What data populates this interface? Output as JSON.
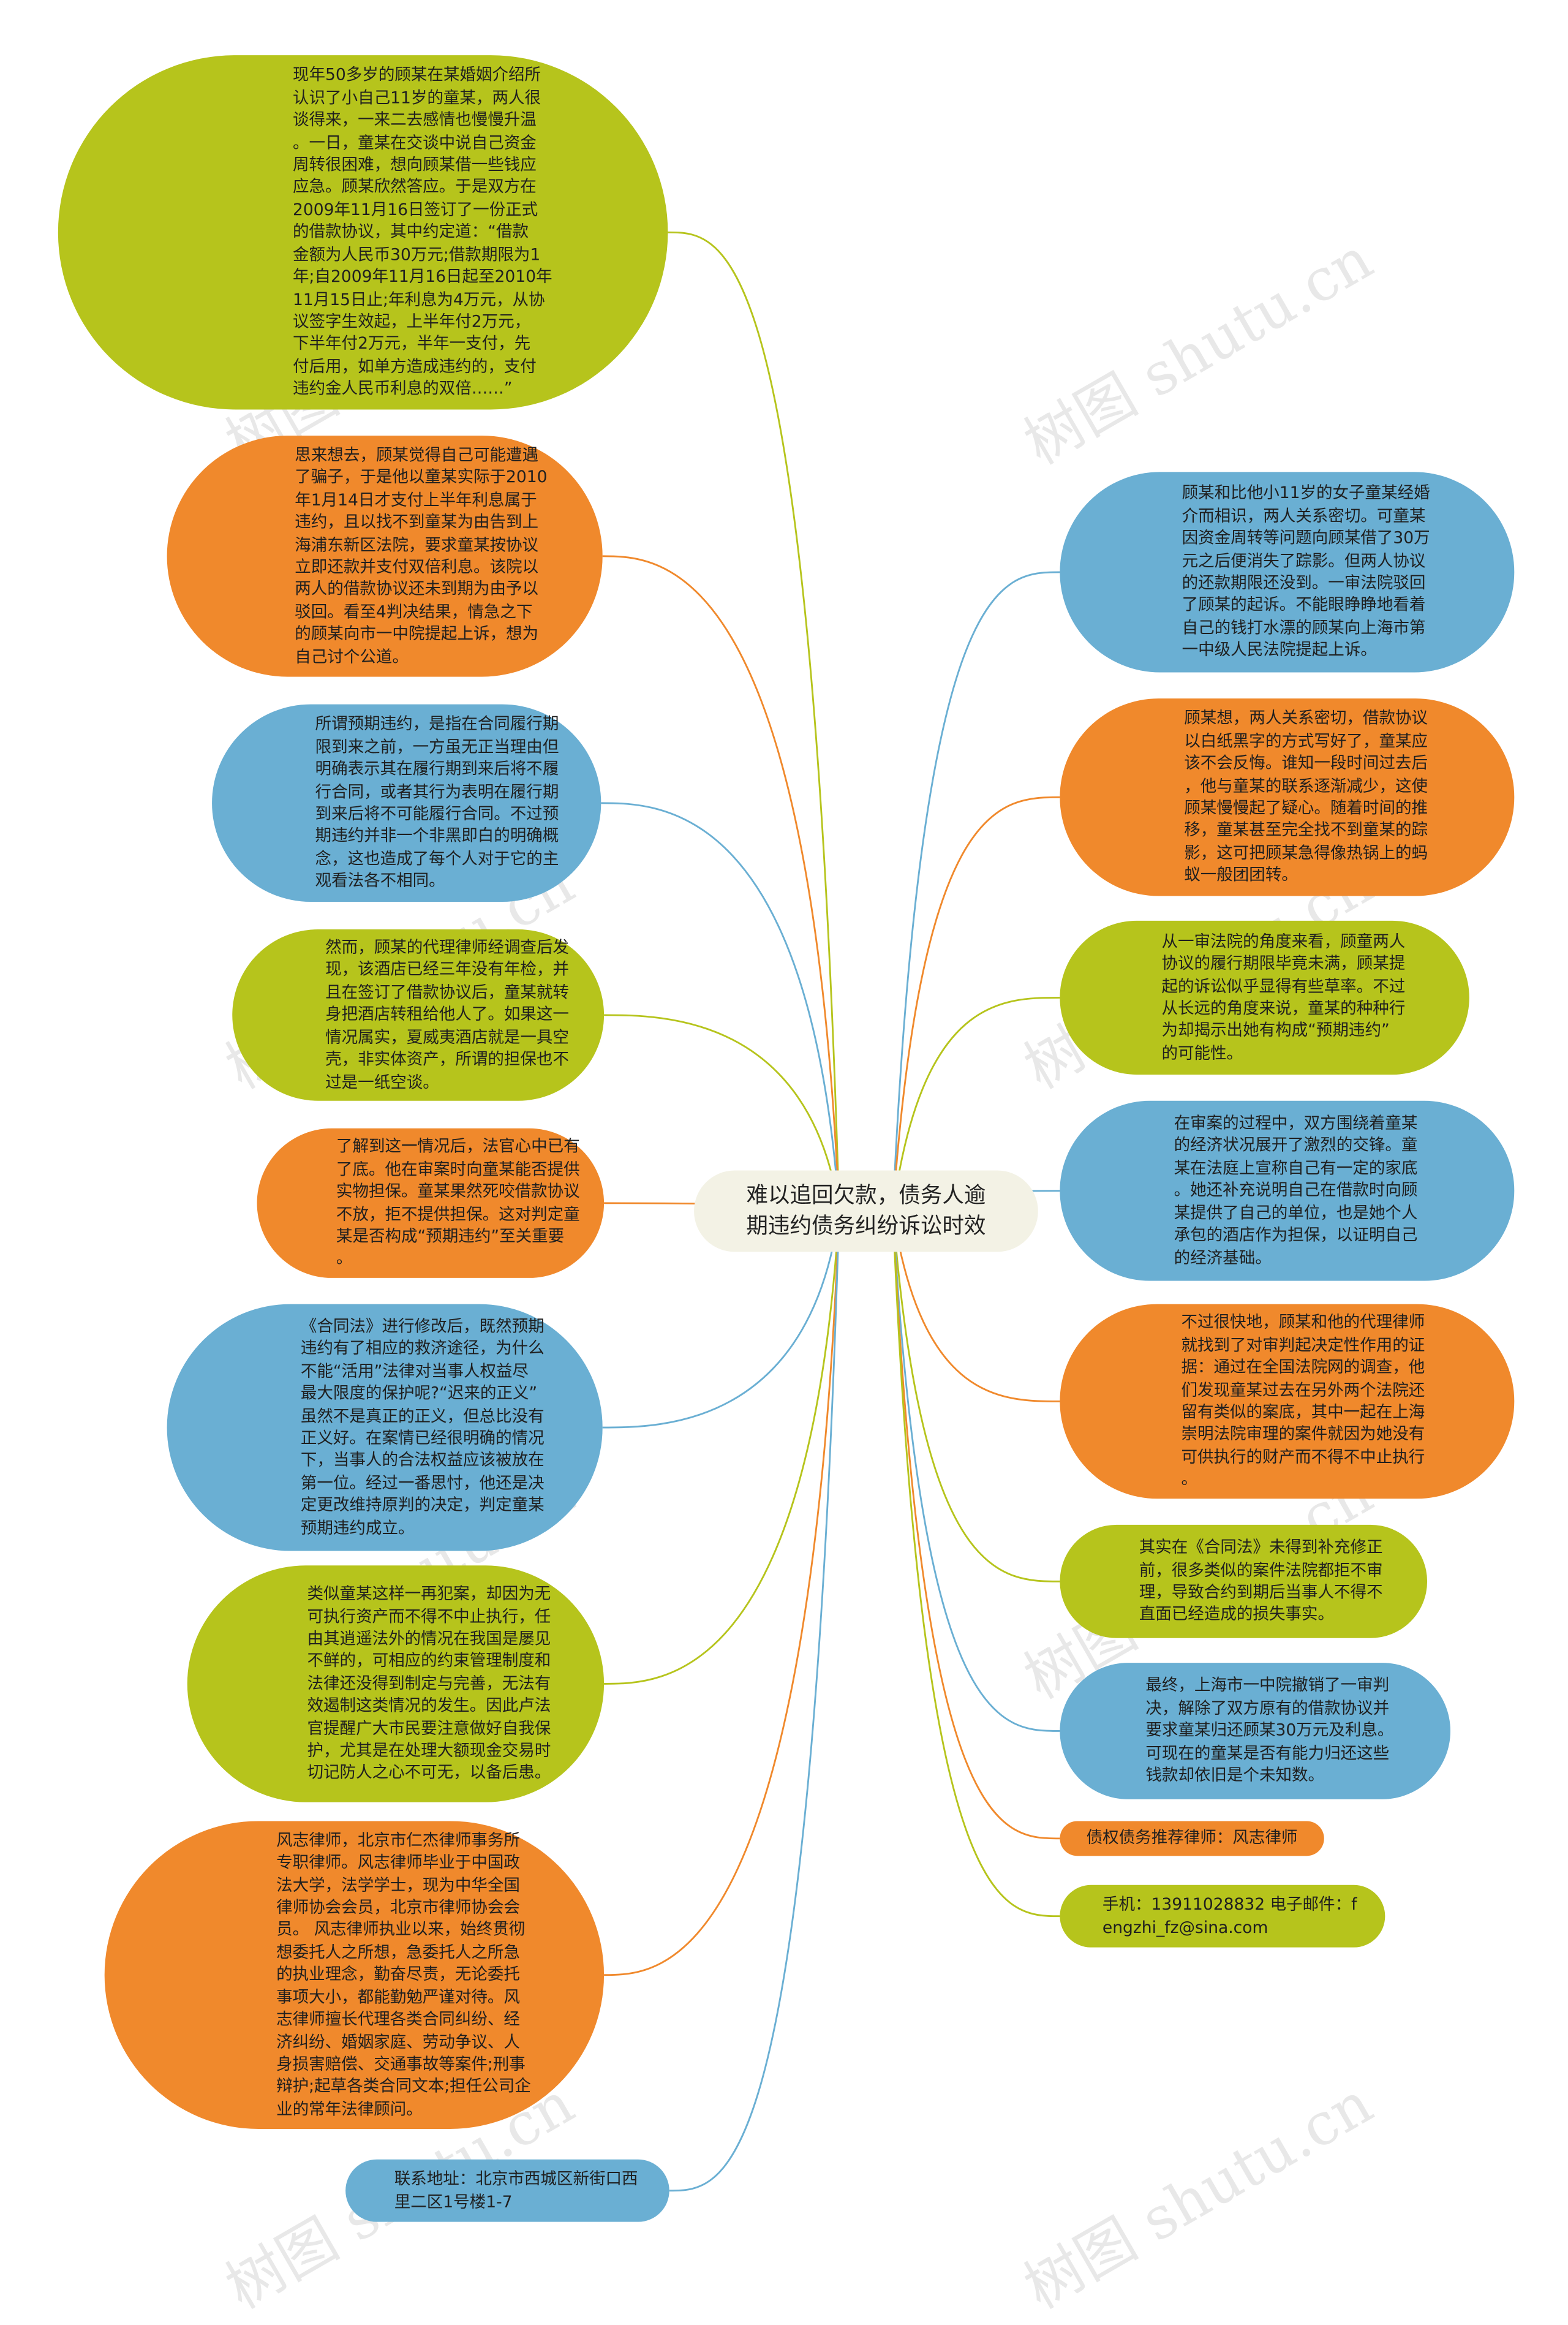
{
  "root": {
    "title": "难以追回欠款，债务人逾\n期违约债务纠纷诉讼时效"
  },
  "colors": {
    "green": "#b6c41c",
    "orange": "#f0892c",
    "blue": "#6aafd3",
    "root_bg": "#f3f2e5"
  },
  "watermark": "树图 shutu.cn",
  "left_nodes": [
    {
      "color": "green",
      "text": "现年50多岁的顾某在某婚姻介绍所\n认识了小自己11岁的童某，两人很\n谈得来，一来二去感情也慢慢升温\n。一日，童某在交谈中说自己资金\n周转很困难，想向顾某借一些钱应\n应急。顾某欣然答应。于是双方在\n2009年11月16日签订了一份正式\n的借款协议，其中约定道：“借款\n金额为人民币30万元;借款期限为1\n年;自2009年11月16日起至2010年\n11月15日止;年利息为4万元，从协\n议签字生效起，上半年付2万元，\n下半年付2万元，半年一支付，先\n付后用，如单方造成违约的，支付\n违约金人民币利息的双倍……”"
    },
    {
      "color": "orange",
      "text": "思来想去，顾某觉得自己可能遭遇\n了骗子，于是他以童某实际于2010\n年1月14日才支付上半年利息属于\n违约，且以找不到童某为由告到上\n海浦东新区法院，要求童某按协议\n立即还款并支付双倍利息。该院以\n两人的借款协议还未到期为由予以\n驳回。看至4判决结果，情急之下\n的顾某向市一中院提起上诉，想为\n自己讨个公道。"
    },
    {
      "color": "blue",
      "text": "所谓预期违约，是指在合同履行期\n限到来之前，一方虽无正当理由但\n明确表示其在履行期到来后将不履\n行合同，或者其行为表明在履行期\n到来后将不可能履行合同。不过预\n期违约并非一个非黑即白的明确概\n念，这也造成了每个人对于它的主\n观看法各不相同。"
    },
    {
      "color": "green",
      "text": "然而，顾某的代理律师经调查后发\n现，该酒店已经三年没有年检，并\n且在签订了借款协议后，童某就转\n身把酒店转租给他人了。如果这一\n情况属实，夏威夷酒店就是一具空\n壳，非实体资产，所谓的担保也不\n过是一纸空谈。"
    },
    {
      "color": "orange",
      "text": "了解到这一情况后，法官心中已有\n了底。他在审案时向童某能否提供\n实物担保。童某果然死咬借款协议\n不放，拒不提供担保。这对判定童\n某是否构成“预期违约”至关重要\n。"
    },
    {
      "color": "blue",
      "text": "《合同法》进行修改后，既然预期\n违约有了相应的救济途径，为什么\n不能“活用”法律对当事人权益尽\n最大限度的保护呢?“迟来的正义”\n虽然不是真正的正义，但总比没有\n正义好。在案情已经很明确的情况\n下，当事人的合法权益应该被放在\n第一位。经过一番思忖，他还是决\n定更改维持原判的决定，判定童某\n预期违约成立。"
    },
    {
      "color": "green",
      "text": "类似童某这样一再犯案，却因为无\n可执行资产而不得不中止执行，任\n由其逍遥法外的情况在我国是屡见\n不鲜的，可相应的约束管理制度和\n法律还没得到制定与完善，无法有\n效遏制这类情况的发生。因此卢法\n官提醒广大市民要注意做好自我保\n护，尤其是在处理大额现金交易时\n切记防人之心不可无，以备后患。"
    },
    {
      "color": "orange",
      "text": "风志律师，北京市仁杰律师事务所\n专职律师。风志律师毕业于中国政\n法大学，法学学士，现为中华全国\n律师协会会员，北京市律师协会会\n员。 风志律师执业以来，始终贯彻\n想委托人之所想，急委托人之所急\n的执业理念，勤奋尽责，无论委托\n事项大小，都能勤勉严谨对待。风\n志律师擅长代理各类合同纠纷、经\n济纠纷、婚姻家庭、劳动争议、人\n身损害赔偿、交通事故等案件;刑事\n辩护;起草各类合同文本;担任公司企\n业的常年法律顾问。"
    },
    {
      "color": "blue",
      "text": "联系地址：北京市西城区新街口西\n里二区1号楼1-7"
    }
  ],
  "right_nodes": [
    {
      "color": "blue",
      "text": "顾某和比他小11岁的女子童某经婚\n介而相识，两人关系密切。可童某\n因资金周转等问题向顾某借了30万\n元之后便消失了踪影。但两人协议\n的还款期限还没到。一审法院驳回\n了顾某的起诉。不能眼睁睁地看着\n自己的钱打水漂的顾某向上海市第\n一中级人民法院提起上诉。"
    },
    {
      "color": "orange",
      "text": "顾某想，两人关系密切，借款协议\n以白纸黑字的方式写好了，童某应\n该不会反悔。谁知一段时间过去后\n，他与童某的联系逐渐减少，这使\n顾某慢慢起了疑心。随着时间的推\n移，童某甚至完全找不到童某的踪\n影，这可把顾某急得像热锅上的蚂\n蚁一般团团转。"
    },
    {
      "color": "green",
      "text": "从一审法院的角度来看，顾童两人\n协议的履行期限毕竟未满，顾某提\n起的诉讼似乎显得有些草率。不过\n从长远的角度来说，童某的种种行\n为却揭示出她有构成“预期违约”\n的可能性。"
    },
    {
      "color": "blue",
      "text": "在审案的过程中，双方围绕着童某\n的经济状况展开了激烈的交锋。童\n某在法庭上宣称自己有一定的家底\n。她还补充说明自己在借款时向顾\n某提供了自己的单位，也是她个人\n承包的酒店作为担保，以证明自己\n的经济基础。"
    },
    {
      "color": "orange",
      "text": "不过很快地，顾某和他的代理律师\n就找到了对审判起决定性作用的证\n据：通过在全国法院网的调查，他\n们发现童某过去在另外两个法院还\n留有类似的案底，其中一起在上海\n崇明法院审理的案件就因为她没有\n可供执行的财产而不得不中止执行\n。"
    },
    {
      "color": "green",
      "text": "其实在《合同法》未得到补充修正\n前，很多类似的案件法院都拒不审\n理，导致合约到期后当事人不得不\n直面已经造成的损失事实。"
    },
    {
      "color": "blue",
      "text": "最终，上海市一中院撤销了一审判\n决，解除了双方原有的借款协议并\n要求童某归还顾某30万元及利息。\n可现在的童某是否有能力归还这些\n钱款却依旧是个未知数。"
    },
    {
      "color": "orange",
      "text": "债权债务推荐律师：风志律师"
    },
    {
      "color": "green",
      "text": "手机：13911028832 电子邮件：f\nengzhi_fz@sina.com"
    }
  ]
}
